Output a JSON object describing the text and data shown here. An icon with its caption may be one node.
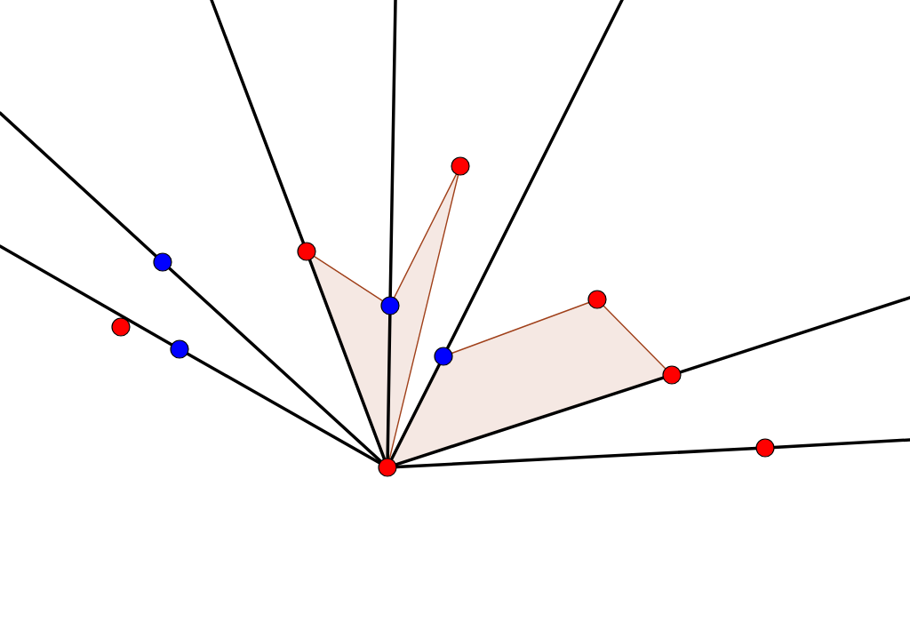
{
  "diagram": {
    "nodes": [
      {
        "text": [],
        "shape": "circle"
      },
      {
        "text": [],
        "shape": "circle"
      },
      {
        "text": [],
        "shape": "circle"
      },
      {
        "text": [],
        "shape": "circle"
      },
      {
        "text": [],
        "shape": "circle"
      },
      {
        "text": [],
        "shape": "circle"
      },
      {
        "text": [],
        "shape": "circle"
      },
      {
        "text": [],
        "shape": "circle"
      },
      {
        "text": [],
        "shape": "circle"
      },
      {
        "text": [],
        "shape": "circle"
      },
      {
        "text": [],
        "shape": "circle"
      }
    ],
    "edges": [
      {
        "from": 10,
        "to": 1,
        "arrow": "none"
      },
      {
        "from": 1,
        "to": null,
        "arrow": "none"
      },
      {
        "from": 10,
        "to": 4,
        "arrow": "none"
      },
      {
        "from": 4,
        "to": null,
        "arrow": "none"
      },
      {
        "from": 10,
        "to": 7,
        "arrow": "none"
      },
      {
        "from": 7,
        "to": null,
        "arrow": "none"
      },
      {
        "from": 10,
        "to": 8,
        "arrow": "none"
      },
      {
        "from": 8,
        "to": null,
        "arrow": "none"
      },
      {
        "from": 10,
        "to": 9,
        "arrow": "none"
      },
      {
        "from": 9,
        "to": null,
        "arrow": "none"
      },
      {
        "from": 10,
        "to": 2,
        "arrow": "none"
      },
      {
        "from": 2,
        "to": null,
        "arrow": "none"
      },
      {
        "from": 10,
        "to": 6,
        "arrow": "none"
      },
      {
        "from": 6,
        "to": null,
        "arrow": "none"
      },
      {
        "from": 1,
        "to": 4,
        "arrow": "none",
        "color": "#a0401a"
      },
      {
        "from": 4,
        "to": 0,
        "arrow": "none",
        "color": "#a0401a"
      },
      {
        "from": 0,
        "to": 10,
        "arrow": "none",
        "color": "#a0401a"
      },
      {
        "from": 7,
        "to": 3,
        "arrow": "none",
        "color": "#a0401a"
      },
      {
        "from": 3,
        "to": 8,
        "arrow": "none",
        "color": "#a0401a"
      }
    ]
  }
}
